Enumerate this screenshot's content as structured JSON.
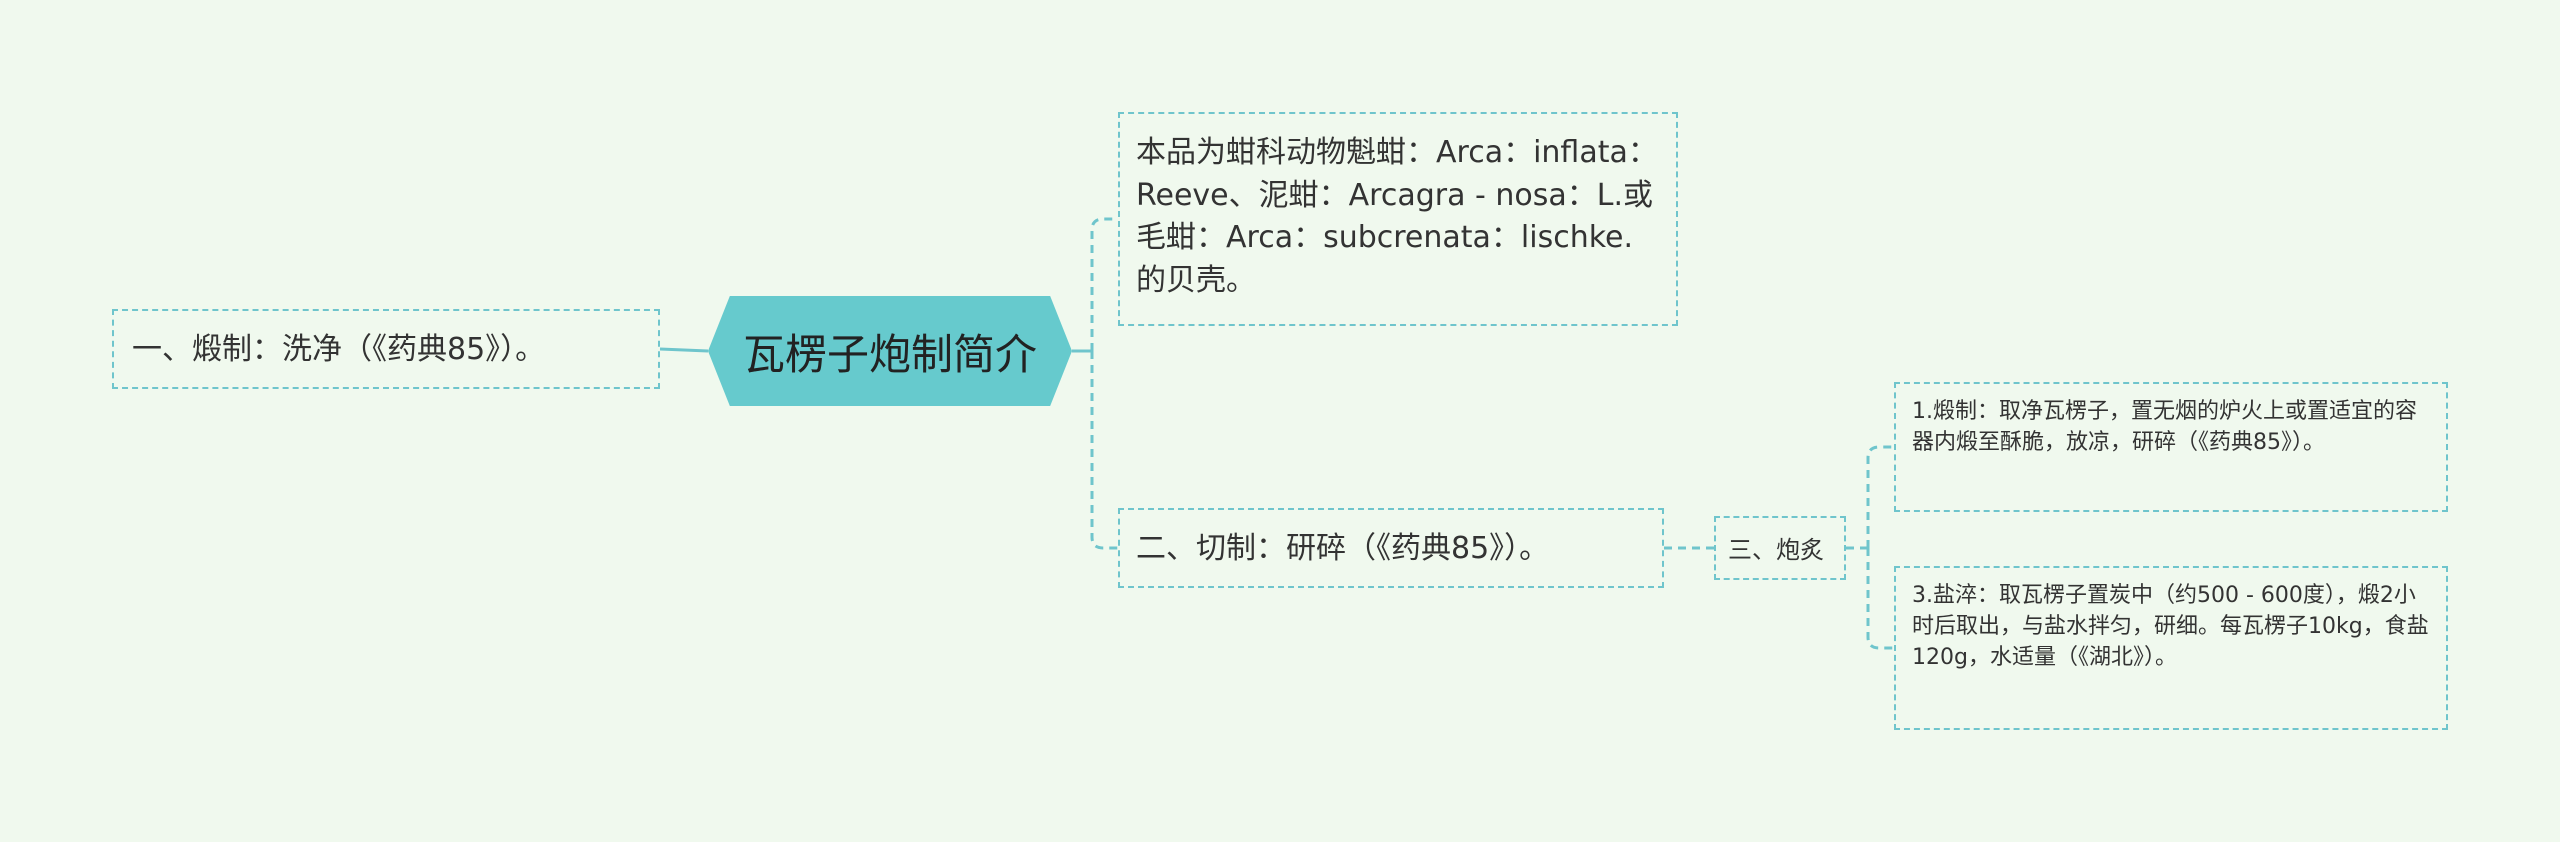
{
  "central": {
    "title": "瓦楞子炮制简介"
  },
  "nodes": {
    "left": "一、煅制：洗净（《药典85》）。",
    "top": "本品为蚶科动物魁蚶：Arca：inflata：Reeve、泥蚶：Arcagra - nosa：L.或毛蚶：Arca：subcrenata：lischke.的贝壳。",
    "middle": "二、切制：研碎（《药典85》）。",
    "paozhi": "三、炮炙",
    "sub1": "1.煅制：取净瓦楞子，置无烟的炉火上或置适宜的容器内煅至酥脆，放凉，研碎（《药典85》）。",
    "sub3": "3.盐淬：取瓦楞子置炭中（约500 - 600度），煅2小时后取出，与盐水拌匀，研细。每瓦楞子10kg，食盐120g，水适量（《湖北》）。"
  },
  "colors": {
    "background": "#f0f9ee",
    "central_fill": "#66cacd",
    "border": "#6fc5cc",
    "connector": "#6fc5cc"
  }
}
